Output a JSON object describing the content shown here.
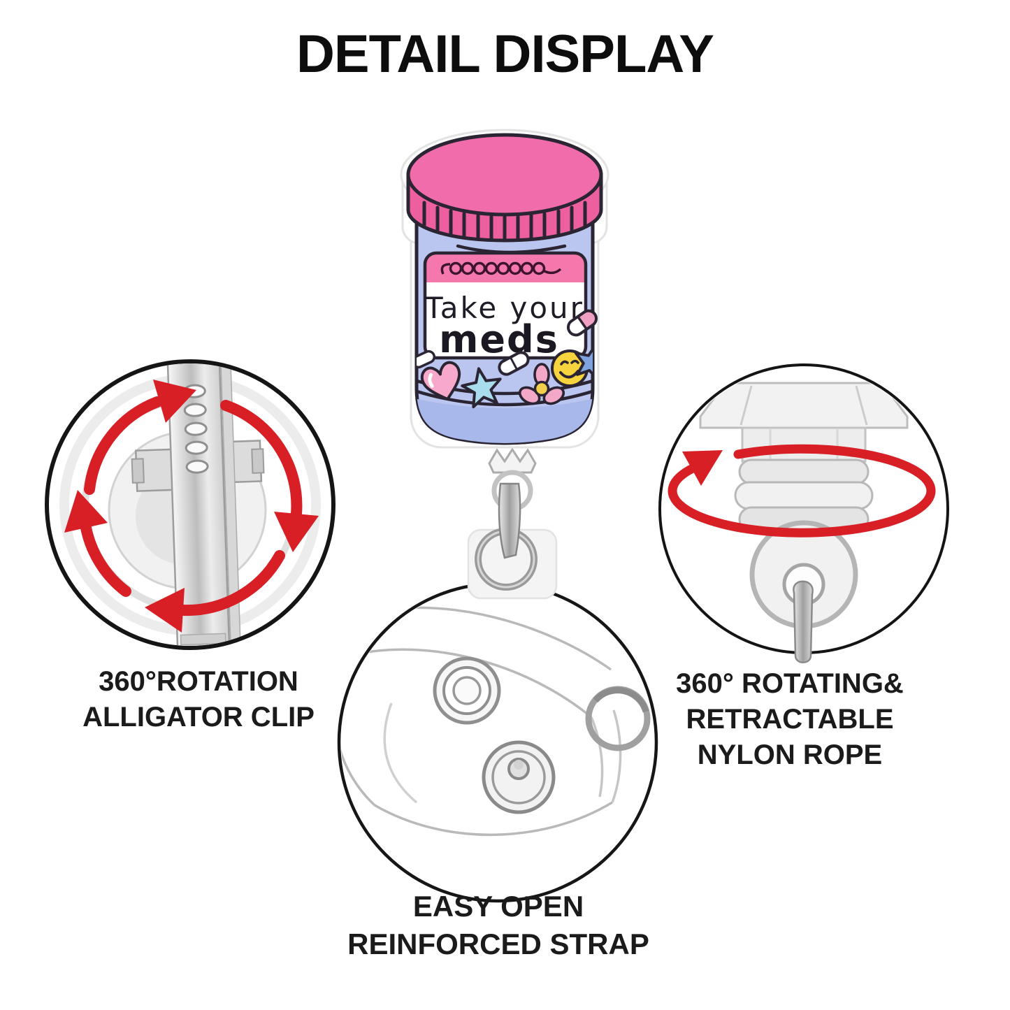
{
  "page": {
    "title": "DETAIL DISPLAY",
    "background_color": "#ffffff",
    "text_color": "#1b1b1b"
  },
  "colors": {
    "accent_red": "#d81f26",
    "cap_pink": "#ee5fa0",
    "cap_pink_top": "#f06cab",
    "body_blue": "#bac6ef",
    "body_blue_shade": "#a9b8ea",
    "label_band_pink": "#f478ab",
    "label_white": "#ffffff",
    "outline_dark": "#2a2433",
    "heart_pink": "#f8a8ca",
    "star_teal": "#a9dcec",
    "star_blue": "#7fa3df",
    "flower_pink": "#f3a8c7",
    "flower_center_yellow": "#f3cf4e",
    "smiley_yellow": "#f7d43e",
    "capsule_pink": "#f2a0c2",
    "metal_gray": "#c7c7c7"
  },
  "bottle": {
    "label_line1": "Take your",
    "label_line2": "meds",
    "decorations": [
      "white-pill",
      "pink-heart",
      "teal-star",
      "white-pill",
      "pink-flower",
      "yellow-smiley",
      "blue-star",
      "pill-capsule"
    ]
  },
  "callouts": {
    "clip": {
      "lines": [
        "360°ROTATION",
        "ALLIGATOR CLIP"
      ]
    },
    "swivel": {
      "lines": [
        "360° ROTATING&",
        "RETRACTABLE",
        "NYLON ROPE"
      ]
    },
    "strap": {
      "lines": [
        "EASY OPEN",
        "REINFORCED STRAP"
      ]
    }
  }
}
